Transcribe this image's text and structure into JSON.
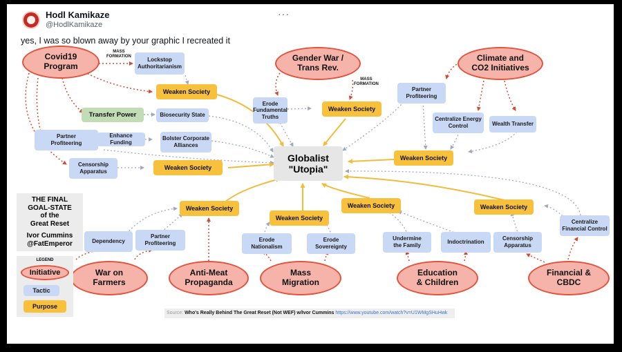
{
  "tweet": {
    "display_name": "Hodl Kamikaze",
    "handle": "@HodlKamikaze",
    "more": "···",
    "text": "yes,  I was so blown away by your graphic I recreated it"
  },
  "diagram": {
    "initiatives": {
      "covid": "Covid19\nProgram",
      "gender": "Gender  War /\nTrans Rev.",
      "climate": "Climate and\nCO2 Initiatives",
      "war_farmers": "War on\nFarmers",
      "anti_meat": "Anti-Meat\nPropaganda",
      "mass_migration": "Mass\nMigration",
      "education": "Education\n& Children",
      "financial": "Financial &\nCBDC"
    },
    "center": "Globalist\n\"Utopia\"",
    "transfer_power": "Transfer Power",
    "purpose_label": "Weaken Society",
    "tactics": {
      "lockstop": "Lockstop\nAuthoritarianism",
      "biosecurity": "Biosecurity State",
      "partner_covid": "Partner\nProfiteering",
      "enhance": "Enhance Funding",
      "bolster": "Bolster Corporate\nAlliances",
      "censorship_covid": "Censorship\nApparatus",
      "erode_truths": "Erode\nFundamental\nTruths",
      "partner_climate": "Partner\nProfiteering",
      "energy": "Centralize Energy\nControl",
      "wealth": "Wealth Transfer",
      "dependency": "Dependency",
      "partner_farm": "Partner\nProfiteering",
      "nationalism": "Erode\nNationalism",
      "sovereignty": "Erode\nSovereignty",
      "family": "Undermine\nthe Family",
      "indoctrination": "Indoctrination",
      "censorship_fin": "Censorship\nApparatus",
      "financial_control": "Centralize\nFinancial Control"
    },
    "mass_formation": "MASS\nFORMATION",
    "goal_state": {
      "line1": "THE FINAL",
      "line2": "GOAL-STATE",
      "line3": "of the",
      "line4": "Great Reset",
      "author": "Ivor Cummins",
      "author_handle": "@FatEmperor"
    },
    "legend": {
      "title": "LEGEND",
      "initiative": "Initiative",
      "tactic": "Tactic",
      "purpose": "Purpose"
    },
    "source": {
      "label": "Source:",
      "title": "Who's Really Behind The Great Reset (Not WEF) w/Ivor Cummins",
      "url": "https://www.youtube.com/watch?v=U1WMgSHuHwk"
    },
    "colors": {
      "initiative_fill": "#f5b3aa",
      "initiative_border": "#e2533d",
      "tactic": "#c9d9f5",
      "purpose": "#f7c13d",
      "transfer": "#c2ddb5",
      "utopia": "#e6e6e6",
      "red_arrow": "#d24a33",
      "blue_arrow": "#9fa9bd",
      "gold_arrow": "#f2bb3a"
    }
  }
}
